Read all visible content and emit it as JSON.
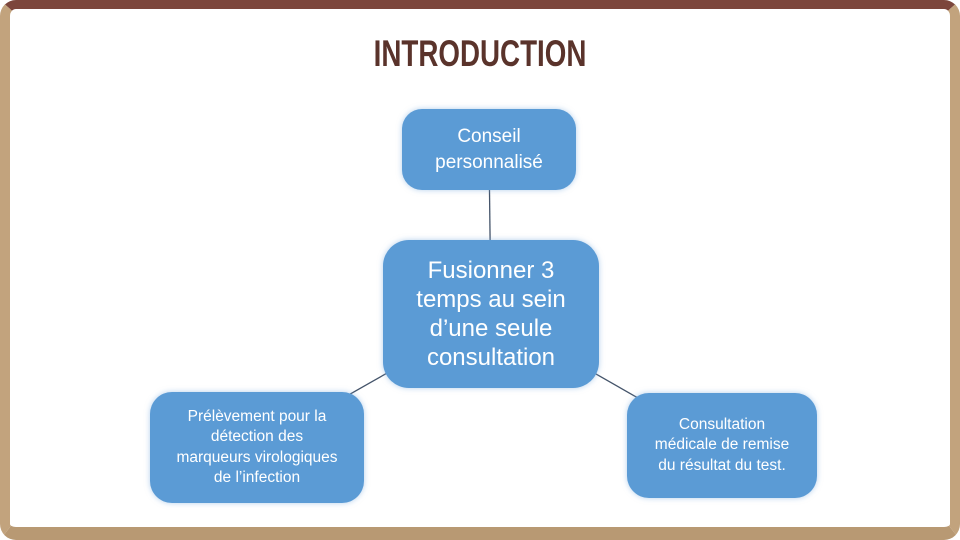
{
  "slide": {
    "title": "INTRODUCTION"
  },
  "colors": {
    "node-fill": "#5b9bd5",
    "node-text": "#ffffff",
    "connector": "#44546a",
    "title": "#5a332b",
    "slide-bg": "#ffffff",
    "frame-top": "#7c463c",
    "frame-side": "#c2a37d",
    "frame-bottom": "#b89973"
  },
  "diagram": {
    "root": {
      "label": "Conseil\npersonnalisé"
    },
    "center": {
      "label": "Fusionner 3\ntemps au sein\nd’une seule\nconsultation"
    },
    "children": [
      {
        "label": "Prélèvement pour la\ndétection des\nmarqueurs virologiques\nde l’infection"
      },
      {
        "label": "Consultation\nmédicale de remise\ndu résultat du test."
      }
    ]
  }
}
